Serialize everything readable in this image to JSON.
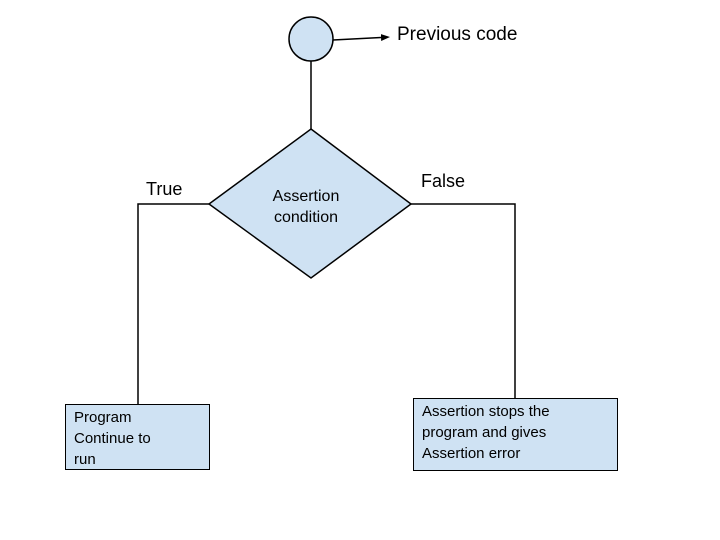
{
  "labels": {
    "previous_code": "Previous code",
    "true_branch": "True",
    "false_branch": "False"
  },
  "nodes": {
    "decision_text": "Assertion\ncondition",
    "true_outcome_text": "Program\nContinue to\nrun",
    "false_outcome_text": "Assertion stops the\nprogram and gives\nAssertion error"
  },
  "colors": {
    "background": "#ffffff",
    "node_fill": "#cfe2f3",
    "node_stroke": "#000000",
    "connector": "#000000",
    "text": "#000000"
  },
  "icons": {
    "arrowhead": "right-arrowhead"
  }
}
